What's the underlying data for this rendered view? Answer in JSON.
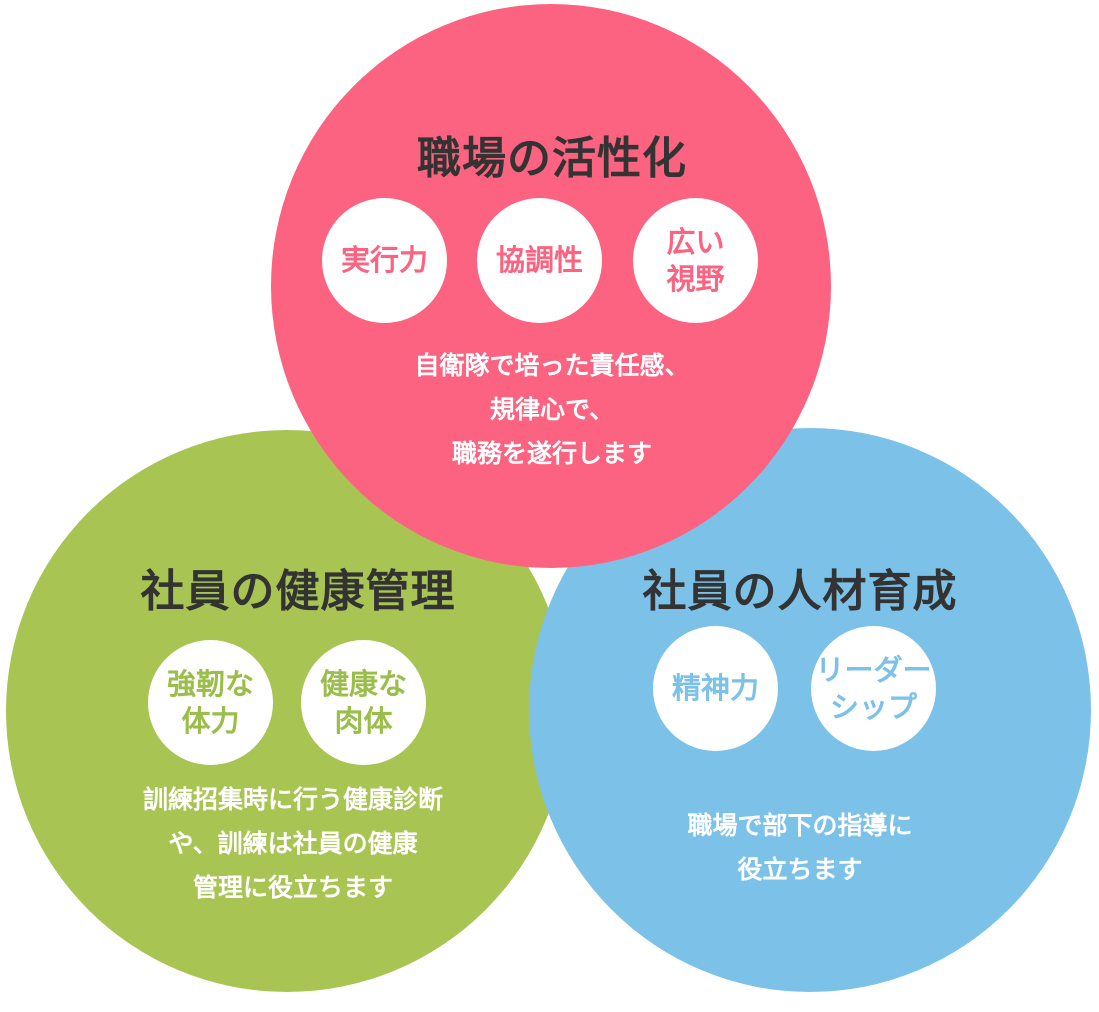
{
  "top_circle": {
    "title": "職場の活性化",
    "badges": [
      "実行力",
      "協調性",
      "広い\n視野"
    ],
    "description": [
      "自衛隊で培った責任感、",
      "規律心で、",
      "職務を遂行します"
    ],
    "color": "#fb6380"
  },
  "left_circle": {
    "title": "社員の健康管理",
    "badges": [
      "強靭な\n体力",
      "健康な\n肉体"
    ],
    "description": [
      "訓練招集時に行う健康診断",
      "や、訓練は社員の健康",
      "管理に役立ちます"
    ],
    "color": "#a8c452"
  },
  "right_circle": {
    "title": "社員の人材育成",
    "badges": [
      "精神力",
      "リーダー\nシップ"
    ],
    "description": [
      "職場で部下の指導に",
      "役立ちます"
    ],
    "color": "#7cc1e8"
  }
}
